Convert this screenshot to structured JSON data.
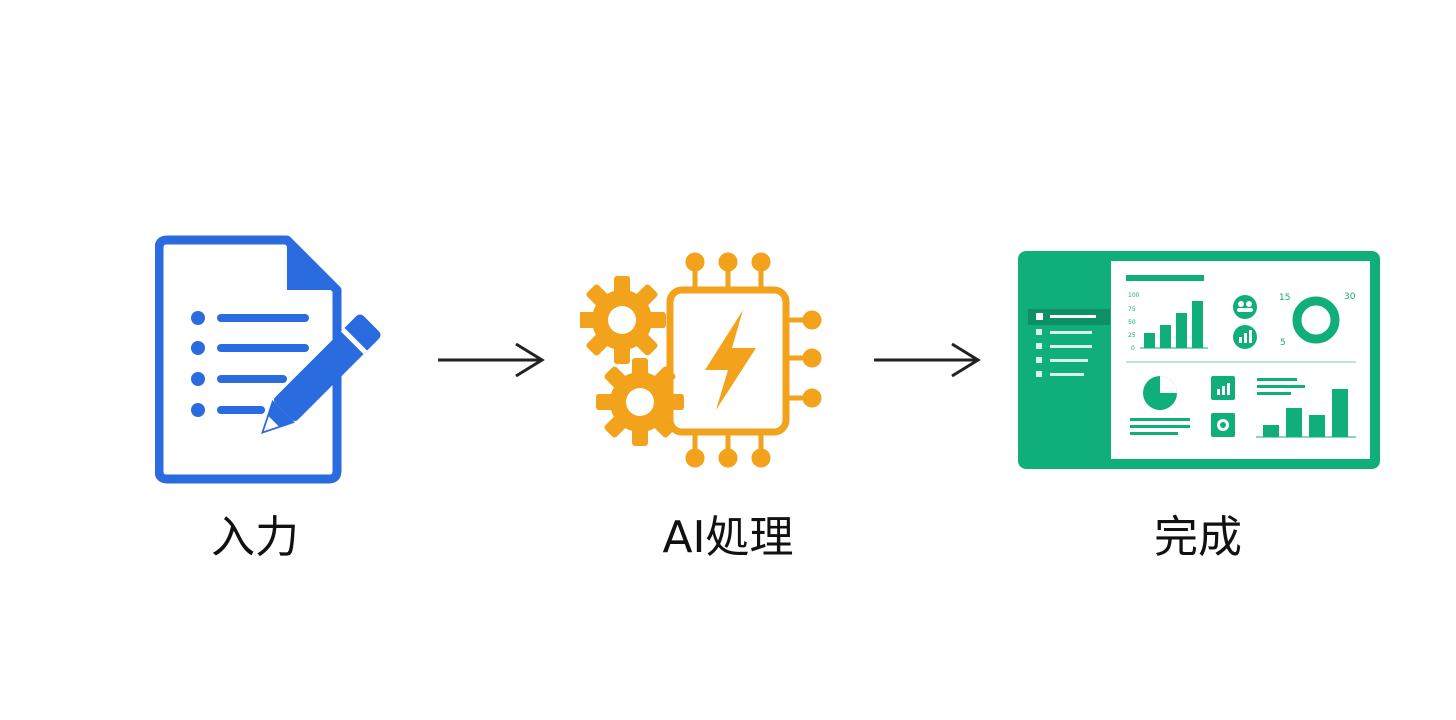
{
  "colors": {
    "input": "#2B6BE0",
    "process": "#F2A21B",
    "output": "#10AE7A",
    "arrow": "#222222",
    "text": "#111111"
  },
  "steps": [
    {
      "label": "入力",
      "icon": "document-pencil-icon"
    },
    {
      "label": "AI処理",
      "icon": "gears-chip-icon"
    },
    {
      "label": "完成",
      "icon": "dashboard-icon"
    }
  ],
  "dashboard": {
    "bar_chart_ticks": [
      "100",
      "75",
      "50",
      "25",
      "0"
    ],
    "donut_values": [
      "15",
      "30",
      "5"
    ]
  }
}
